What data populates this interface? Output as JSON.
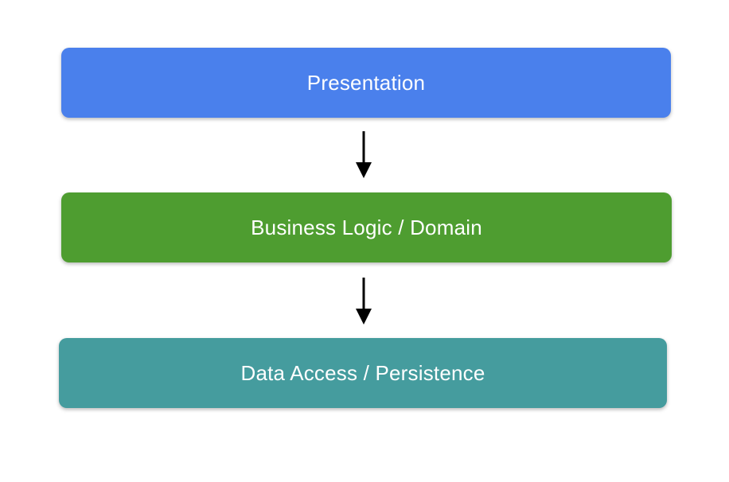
{
  "diagram": {
    "background_color": "#ffffff",
    "text_color": "#ffffff",
    "arrow_color": "#000000",
    "layers": [
      {
        "label": "Presentation",
        "color": "#4a80ec"
      },
      {
        "label": "Business Logic / Domain",
        "color": "#4e9d30"
      },
      {
        "label": "Data Access / Persistence",
        "color": "#459c9e"
      }
    ],
    "connections": [
      {
        "from": "Presentation",
        "to": "Business Logic / Domain"
      },
      {
        "from": "Business Logic / Domain",
        "to": "Data Access / Persistence"
      }
    ]
  }
}
